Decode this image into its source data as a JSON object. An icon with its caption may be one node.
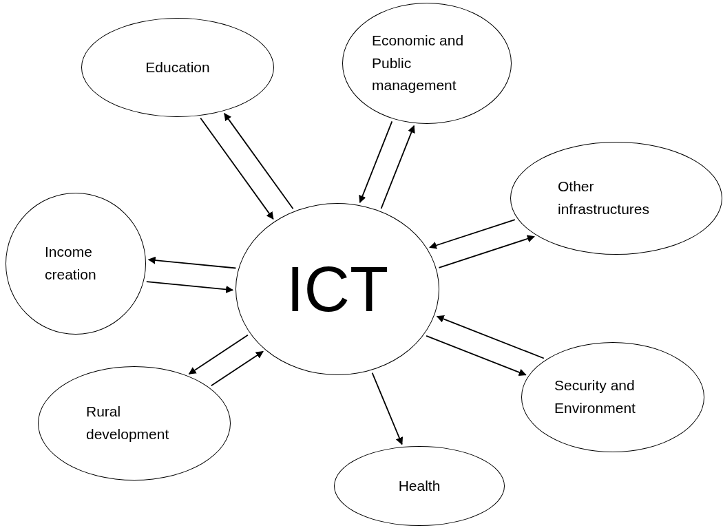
{
  "diagram": {
    "nodes": [
      {
        "text": [
          "ICT"
        ]
      },
      {
        "text": [
          "Education"
        ]
      },
      {
        "text": [
          "Economic and Public management"
        ]
      },
      {
        "text": [
          "Other infrastructures"
        ]
      },
      {
        "text": [
          "Income creation"
        ]
      },
      {
        "text": [
          "Security and Environment"
        ]
      },
      {
        "text": [
          "Rural development"
        ]
      },
      {
        "text": [
          "Health"
        ]
      }
    ],
    "edges": [
      {
        "from": 1,
        "to": 0,
        "arrow": "to"
      },
      {
        "from": 0,
        "to": 1,
        "arrow": "to"
      },
      {
        "from": 2,
        "to": 0,
        "arrow": "to"
      },
      {
        "from": 0,
        "to": 2,
        "arrow": "to"
      },
      {
        "from": 0,
        "to": 3,
        "arrow": "to"
      },
      {
        "from": 3,
        "to": 0,
        "arrow": "to"
      },
      {
        "from": 4,
        "to": 0,
        "arrow": "to"
      },
      {
        "from": 0,
        "to": 4,
        "arrow": "to"
      },
      {
        "from": 0,
        "to": 5,
        "arrow": "to"
      },
      {
        "from": 5,
        "to": 0,
        "arrow": "to"
      },
      {
        "from": 6,
        "to": 0,
        "arrow": "to"
      },
      {
        "from": 0,
        "to": 6,
        "arrow": "to"
      },
      {
        "from": 0,
        "to": 7,
        "arrow": "to"
      }
    ]
  }
}
